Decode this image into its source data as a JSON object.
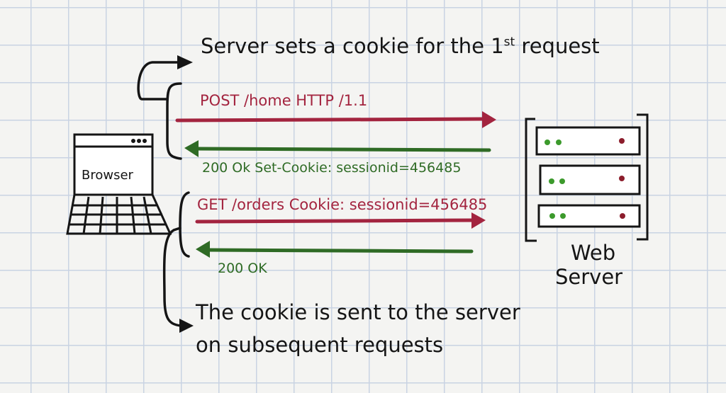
{
  "colors": {
    "request": "#a3243f",
    "response": "#2f6b25",
    "ink": "#151515",
    "grid": "#c9d3e3"
  },
  "notes": {
    "top": {
      "text": "Server sets a cookie for the 1",
      "sup": "st",
      "after": " request"
    },
    "bottom_line1": "The cookie is sent to the server",
    "bottom_line2": "on subsequent requests"
  },
  "browser": {
    "label": "Browser"
  },
  "server": {
    "label_line1": "Web",
    "label_line2": "Server"
  },
  "messages": [
    {
      "direction": "request",
      "text": "POST /home  HTTP /1.1"
    },
    {
      "direction": "response",
      "text": "200 Ok  Set-Cookie: sessionid=456485"
    },
    {
      "direction": "request",
      "text": "GET /orders Cookie: sessionid=456485"
    },
    {
      "direction": "response",
      "text": "200 OK"
    }
  ]
}
